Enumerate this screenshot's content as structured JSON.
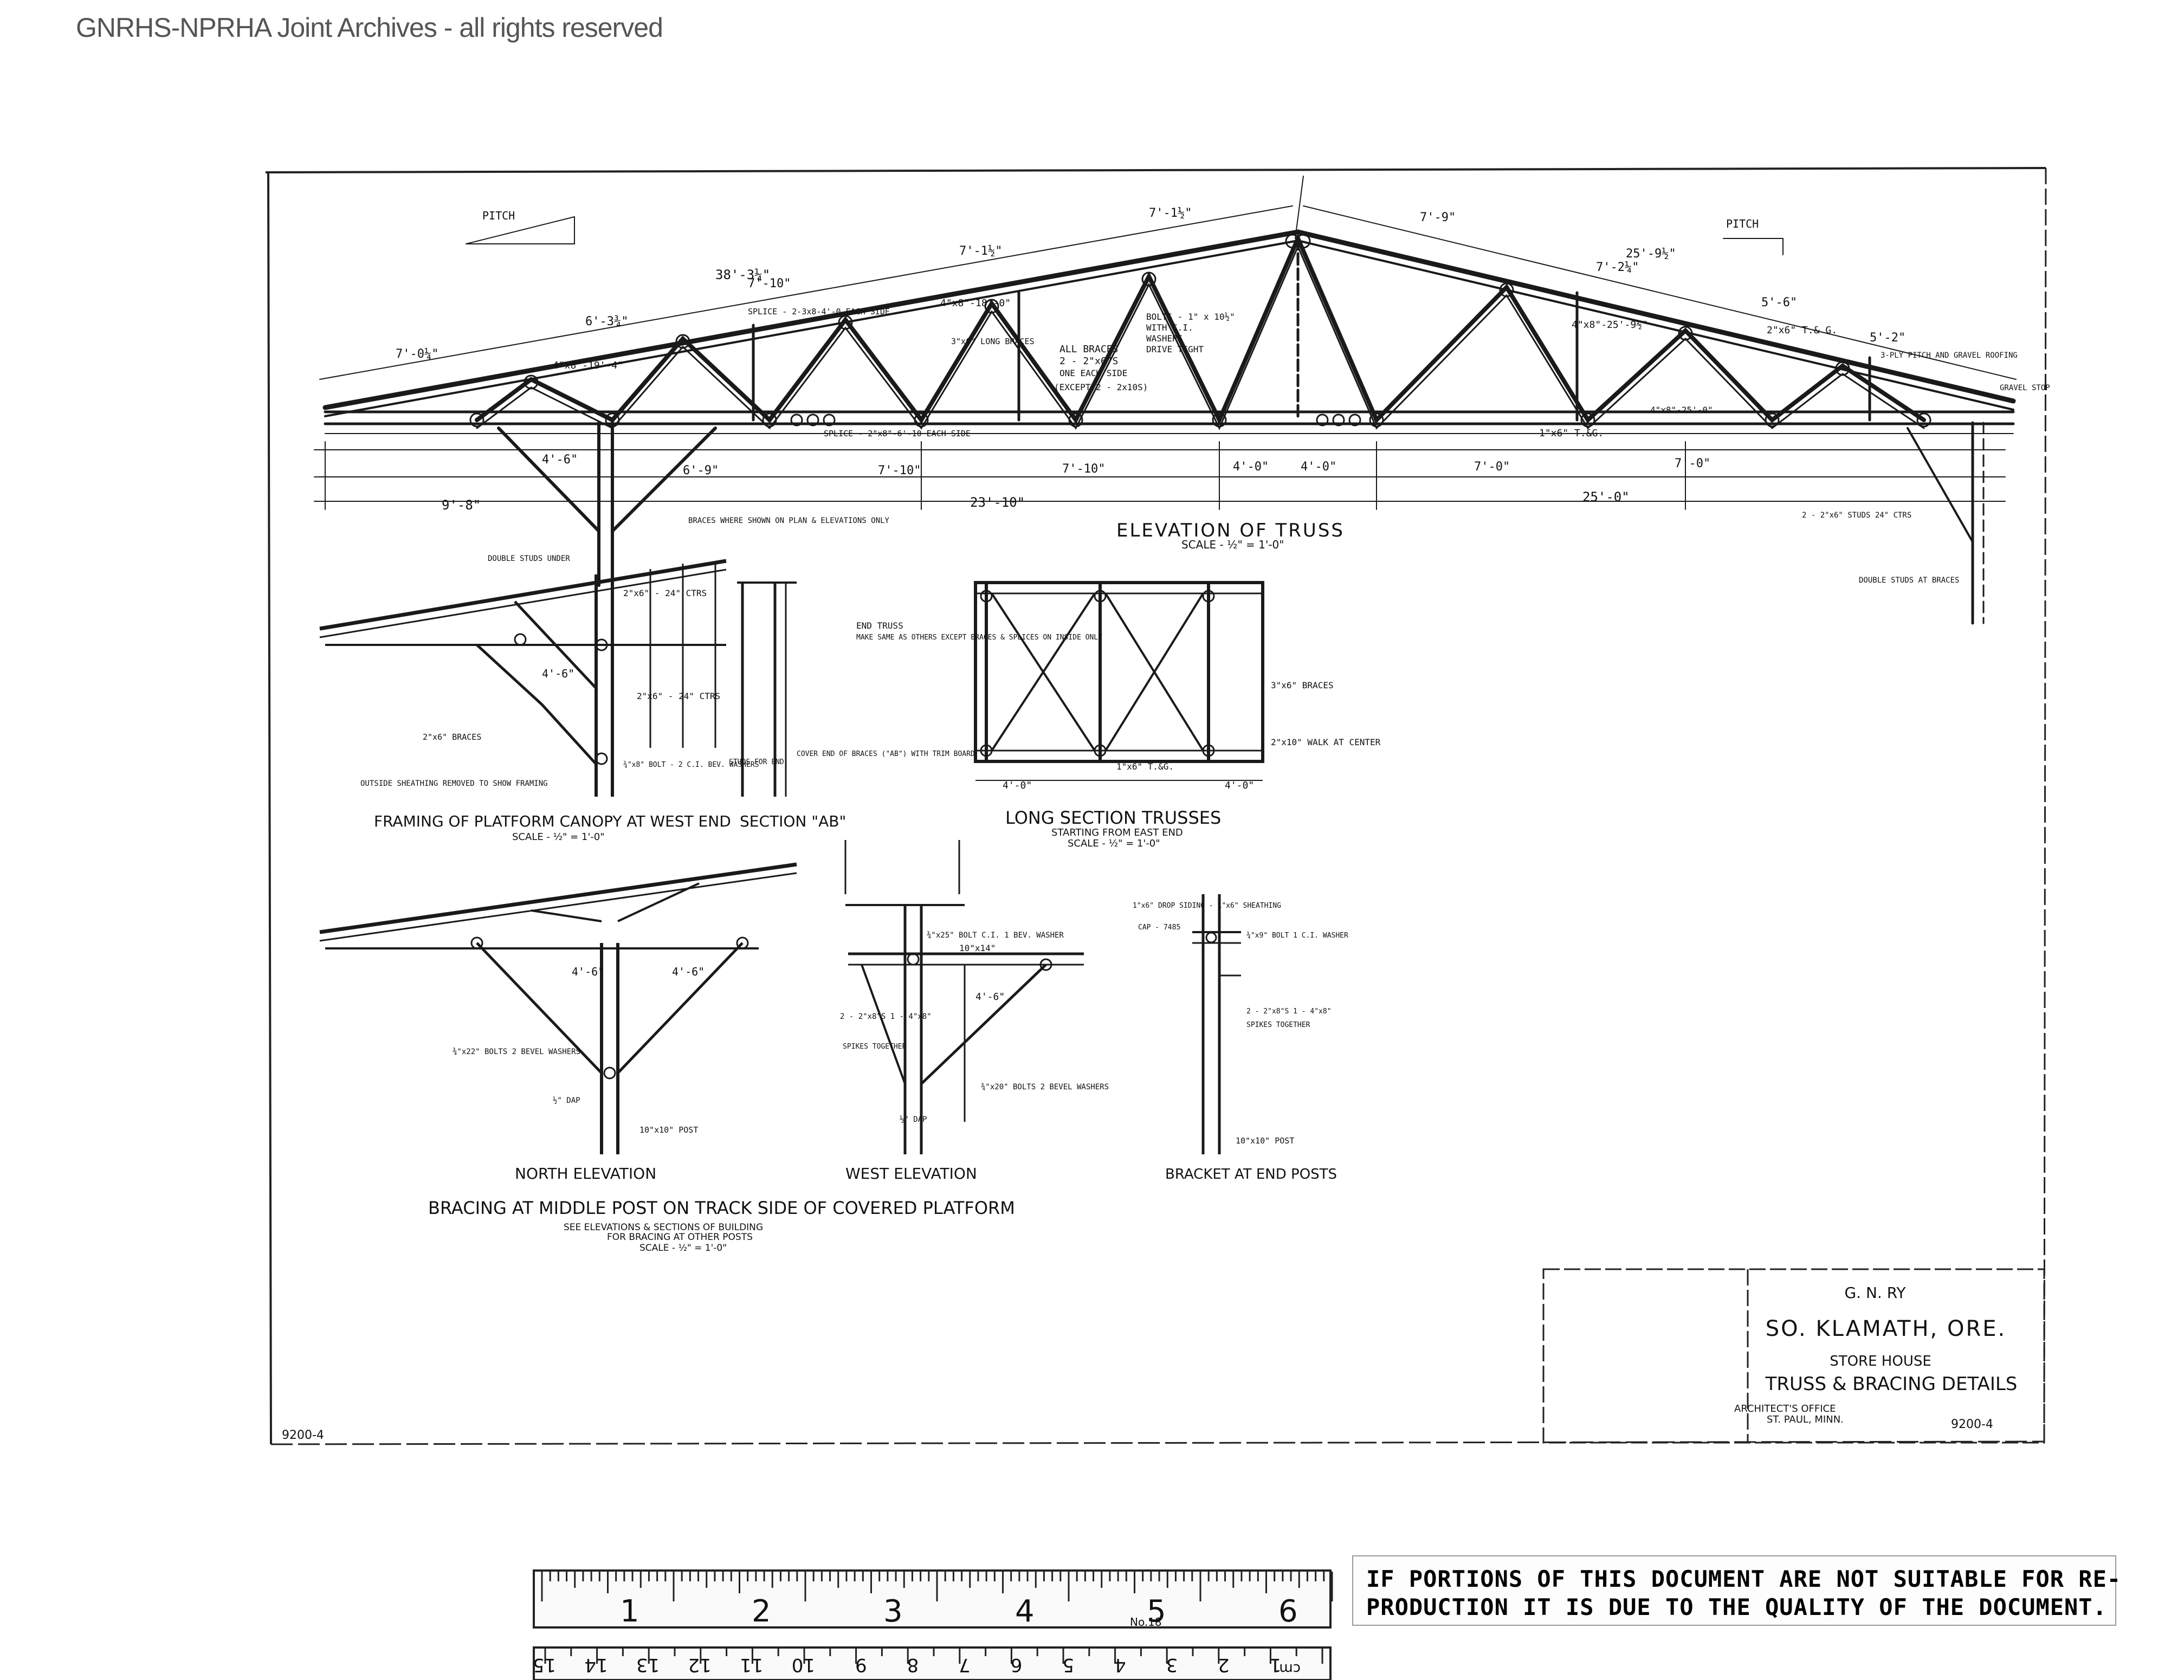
{
  "watermark": "GNRHS-NPRHA Joint Archives - all rights reserved",
  "drawing_number": "9200-4",
  "titles": {
    "elevation_of_truss": "ELEVATION OF TRUSS",
    "elevation_scale": "SCALE - ½\" = 1'-0\"",
    "framing_canopy": "FRAMING OF PLATFORM CANOPY AT WEST END",
    "framing_scale": "SCALE - ½\" = 1'-0\"",
    "section_ab": "SECTION \"AB\"",
    "long_section": "LONG SECTION TRUSSES",
    "long_section_sub": "STARTING FROM EAST END",
    "long_section_scale": "SCALE - ½\" = 1'-0\"",
    "north_elevation": "NORTH ELEVATION",
    "west_elevation": "WEST ELEVATION",
    "bracket_end_posts": "BRACKET AT END POSTS",
    "bracing_middle": "BRACING AT MIDDLE POST ON TRACK SIDE OF COVERED PLATFORM",
    "bracing_note1": "SEE ELEVATIONS & SECTIONS OF BUILDING",
    "bracing_note2": "FOR BRACING AT OTHER POSTS",
    "bracing_scale": "SCALE - ½\" = 1'-0\""
  },
  "title_block": {
    "railway": "G. N. RY",
    "location": "SO. KLAMATH, ORE.",
    "building": "STORE HOUSE",
    "sheet_title": "TRUSS & BRACING DETAILS",
    "office": "ARCHITECT'S OFFICE",
    "city": "ST. PAUL, MINN.",
    "number": "9200-4"
  },
  "annotations": {
    "pitch_left": "PITCH",
    "pitch_right": "PITCH",
    "dim_38": "38'-3¼\"",
    "dim_7_10": "7'-10\"",
    "dim_7_1": "7'-1½\"",
    "dim_7_1b": "7'-1½\"",
    "dim_7_9": "7'-9\"",
    "dim_25_9": "25'-9½\"",
    "dim_7_2": "7'-2¼\"",
    "dim_6_3": "6'-3¾\"",
    "dim_7_0": "7'-0¼\"",
    "dim_5_6": "5'-6\"",
    "dim_5_2": "5'-2\"",
    "dim_9_8": "9'-8\"",
    "dim_23_10": "23'-10\"",
    "dim_25_0": "25'-0\"",
    "dim_7_10b": "7'-10\"",
    "dim_7_0b": "7'-0\"",
    "dim_4_0": "4'-0\"",
    "dim_6_9": "6'-9\"",
    "dim_4_6": "4'-6\"",
    "dim_4_6b": "4'-6\"",
    "dim_4_0b": "4'-0\"",
    "dim_4_0c": "4'-0\"",
    "dim_1_6": "1\"x6\" T.&G.",
    "all_braces": "ALL BRACES",
    "braces_2x6": "2 - 2\"x6\"S",
    "one_each_side": "ONE EACH SIDE",
    "except": "(EXCEPT 2 - 2x10S)",
    "bolts": "BOLTS - 1\" x 10½\"",
    "with_ci": "WITH C.I.",
    "washers": "WASHERS",
    "drive_tight": "DRIVE TIGHT",
    "splice_top": "SPLICE - 2-3x8-4'-0 EACH SIDE",
    "splice_bottom": "SPLICE - 2\"x8\"-6'-10 EACH SIDE",
    "member_4x8_18": "4\"x8\"-18'-0\"",
    "member_4x8_25": "4\"x8\"-25'-9½\"",
    "member_4x8_25b": "4\"x8\"-25'-0\"",
    "member_4x8_19": "4\"x8\"-19'-4\"",
    "member_3x6_long": "3\"x6\" LONG BRACES",
    "member_2x6_tg": "2\"x6\" T.& G.",
    "roofing": "3-PLY PITCH AND GRAVEL ROOFING",
    "gravel_stop": "GRAVEL STOP",
    "braces_where_shown": "BRACES WHERE SHOWN ON PLAN & ELEVATIONS ONLY",
    "double_studs": "DOUBLE STUDS UNDER",
    "double_studs_braces": "DOUBLE STUDS AT BRACES",
    "studs_2x6": "2 - 2\"x6\" STUDS 24\" CTRS",
    "end_truss": "END TRUSS",
    "end_truss_note": "MAKE SAME AS OTHERS EXCEPT BRACES & SPLICES ON INSIDE ONLY",
    "braces_3x6": "3\"x6\" BRACES",
    "walk_center": "2\"x10\" WALK AT CENTER",
    "studs_24": "2\"x6\" - 24\" CTRS",
    "braces_2x6b": "2\"x6\" BRACES",
    "sheathing_removed": "OUTSIDE SHEATHING REMOVED TO SHOW FRAMING",
    "bolt_ci": "¾\"x8\" BOLT - 2 C.I. BEV. WASHERS",
    "studs_for_end": "STUDS FOR END",
    "cover_end": "COVER END OF BRACES (\"AB\") WITH TRIM BOARD",
    "post_10x10": "10\"x10\" POST",
    "post_10x10b": "10\"x10\" POST",
    "bolts_22": "¾\"x22\" BOLTS 2 BEVEL WASHERS",
    "bolts_20": "¾\"x20\" BOLTS 2 BEVEL WASHERS",
    "dap": "½\" DAP",
    "spikes": "SPIKES TOGETHER",
    "beams": "2 - 2\"x8\"S 1 - 4\"x8\"",
    "beams_b": "2 - 2\"x8\"S 1 - 4\"x8\"",
    "beam_10x14": "10\"x14\"",
    "bolt_washer": "¾\"x25\" BOLT C.I. 1 BEV. WASHER",
    "dim_4_6c": "4'-6\"",
    "drop_siding": "1\"x6\" DROP SIDING - 1\"x6\" SHEATHING",
    "cap": "CAP - 7485",
    "bolt_9": "¾\"x9\" BOLT 1 C.I. WASHER"
  },
  "ruler": {
    "inches": [
      "1",
      "2",
      "3",
      "4",
      "5",
      "6"
    ],
    "cm": [
      "1",
      "2",
      "3",
      "4",
      "5",
      "6",
      "7",
      "8",
      "9",
      "10",
      "11",
      "12",
      "13",
      "14",
      "15"
    ],
    "cm_unit": "cm",
    "brand": "No.18"
  },
  "notice": {
    "line1": "IF PORTIONS OF THIS DOCUMENT ARE NOT SUITABLE FOR RE-",
    "line2": "PRODUCTION IT IS DUE TO THE QUALITY OF THE DOCUMENT."
  }
}
